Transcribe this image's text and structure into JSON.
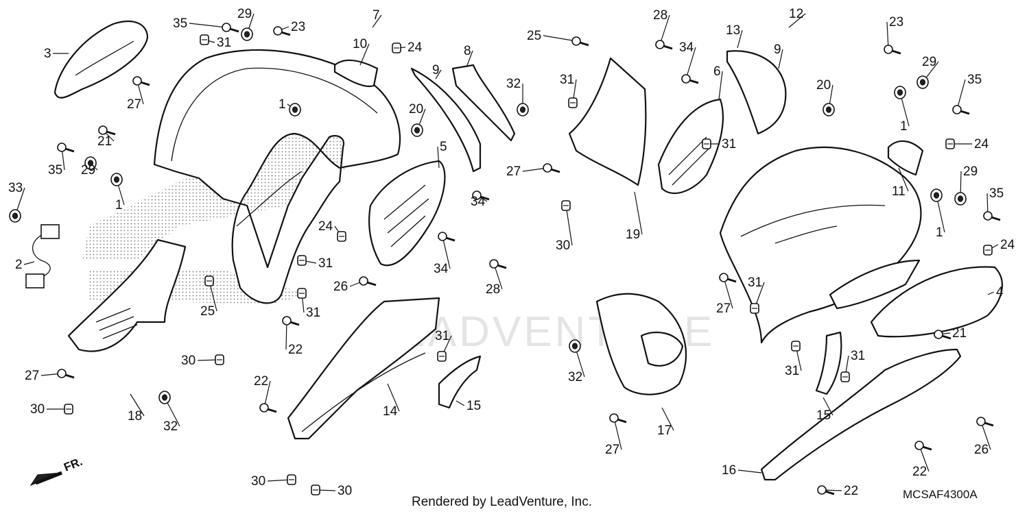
{
  "diagram": {
    "credit": "Rendered by LeadVenture, Inc.",
    "code": "MCSAF4300A",
    "front_marker": "FR.",
    "watermark": "LEADVENTURE",
    "callouts": [
      {
        "id": "c35a",
        "text": "35"
      },
      {
        "id": "c29a",
        "text": "29"
      },
      {
        "id": "c23a",
        "text": "23"
      },
      {
        "id": "c3",
        "text": "3"
      },
      {
        "id": "c31a",
        "text": "31"
      },
      {
        "id": "c27a",
        "text": "27"
      },
      {
        "id": "c21a",
        "text": "21"
      },
      {
        "id": "c35b",
        "text": "35"
      },
      {
        "id": "c29b",
        "text": "29"
      },
      {
        "id": "c1a",
        "text": "1"
      },
      {
        "id": "c1b",
        "text": "1"
      },
      {
        "id": "c33",
        "text": "33"
      },
      {
        "id": "c2",
        "text": "2"
      },
      {
        "id": "c7",
        "text": "7"
      },
      {
        "id": "c10",
        "text": "10"
      },
      {
        "id": "c24a",
        "text": "24"
      },
      {
        "id": "c8",
        "text": "8"
      },
      {
        "id": "c9a",
        "text": "9"
      },
      {
        "id": "c20a",
        "text": "20"
      },
      {
        "id": "c5",
        "text": "5"
      },
      {
        "id": "c34a",
        "text": "34"
      },
      {
        "id": "c34b",
        "text": "34"
      },
      {
        "id": "c28a",
        "text": "28"
      },
      {
        "id": "c24b",
        "text": "24"
      },
      {
        "id": "c31b",
        "text": "31"
      },
      {
        "id": "c26a",
        "text": "26"
      },
      {
        "id": "c25a",
        "text": "25"
      },
      {
        "id": "c31c",
        "text": "31"
      },
      {
        "id": "c22a",
        "text": "22"
      },
      {
        "id": "c27b",
        "text": "27"
      },
      {
        "id": "c30a",
        "text": "30"
      },
      {
        "id": "c18",
        "text": "18"
      },
      {
        "id": "c32a",
        "text": "32"
      },
      {
        "id": "c30b",
        "text": "30"
      },
      {
        "id": "c22b",
        "text": "22"
      },
      {
        "id": "c14",
        "text": "14"
      },
      {
        "id": "c31d",
        "text": "31"
      },
      {
        "id": "c15a",
        "text": "15"
      },
      {
        "id": "c30c",
        "text": "30"
      },
      {
        "id": "c30d",
        "text": "30"
      },
      {
        "id": "c25b",
        "text": "25"
      },
      {
        "id": "c32b",
        "text": "32"
      },
      {
        "id": "c31e",
        "text": "31"
      },
      {
        "id": "c27c",
        "text": "27"
      },
      {
        "id": "c30e",
        "text": "30"
      },
      {
        "id": "c19",
        "text": "19"
      },
      {
        "id": "c28b",
        "text": "28"
      },
      {
        "id": "c34c",
        "text": "34"
      },
      {
        "id": "c6",
        "text": "6"
      },
      {
        "id": "c31f",
        "text": "31"
      },
      {
        "id": "c13",
        "text": "13"
      },
      {
        "id": "c9b",
        "text": "9"
      },
      {
        "id": "c12",
        "text": "12"
      },
      {
        "id": "c20b",
        "text": "20"
      },
      {
        "id": "c23b",
        "text": "23"
      },
      {
        "id": "c29c",
        "text": "29"
      },
      {
        "id": "c35c",
        "text": "35"
      },
      {
        "id": "c1c",
        "text": "1"
      },
      {
        "id": "c24c",
        "text": "24"
      },
      {
        "id": "c11",
        "text": "11"
      },
      {
        "id": "c29d",
        "text": "29"
      },
      {
        "id": "c35d",
        "text": "35"
      },
      {
        "id": "c1d",
        "text": "1"
      },
      {
        "id": "c24d",
        "text": "24"
      },
      {
        "id": "c4",
        "text": "4"
      },
      {
        "id": "c27d",
        "text": "27"
      },
      {
        "id": "c31g",
        "text": "31"
      },
      {
        "id": "c21b",
        "text": "21"
      },
      {
        "id": "c32c",
        "text": "32"
      },
      {
        "id": "c31h",
        "text": "31"
      },
      {
        "id": "c31i",
        "text": "31"
      },
      {
        "id": "c15b",
        "text": "15"
      },
      {
        "id": "c17",
        "text": "17"
      },
      {
        "id": "c27e",
        "text": "27"
      },
      {
        "id": "c26b",
        "text": "26"
      },
      {
        "id": "c22c",
        "text": "22"
      },
      {
        "id": "c16",
        "text": "16"
      },
      {
        "id": "c22d",
        "text": "22"
      }
    ]
  }
}
